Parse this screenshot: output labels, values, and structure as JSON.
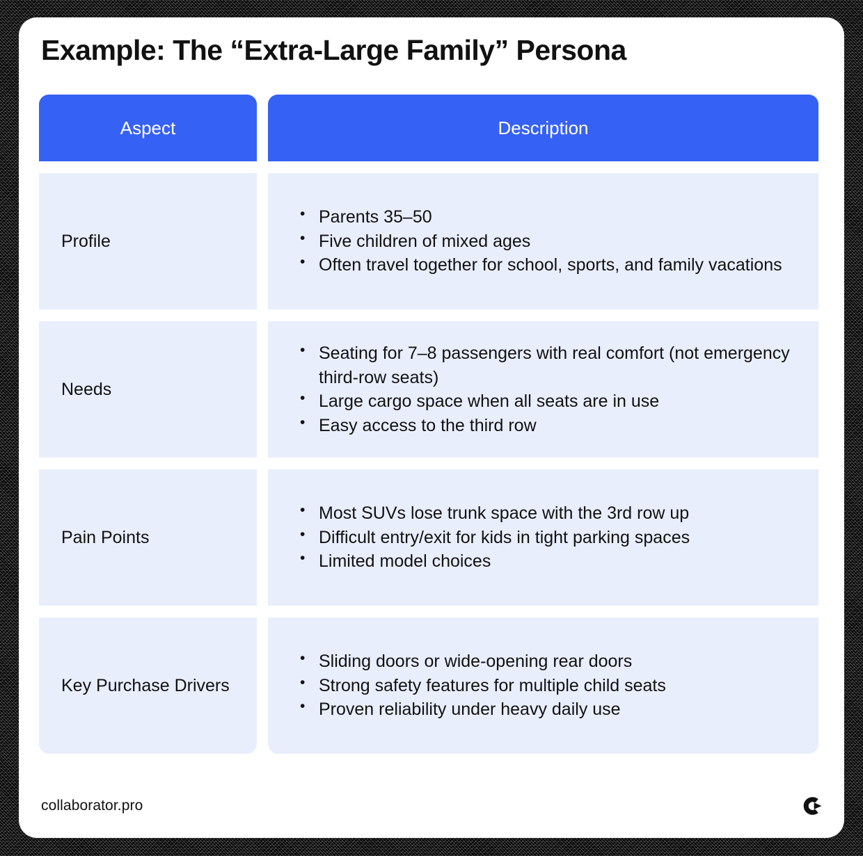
{
  "page": {
    "title": "Example: The “Extra-Large Family” Persona"
  },
  "colors": {
    "header_blue": "#3661f5",
    "cell_blue": "#e9eefc",
    "card_white": "#ffffff",
    "text_dark": "#111111",
    "frame_black": "#000000"
  },
  "table": {
    "columns": [
      {
        "key": "aspect",
        "label": "Aspect"
      },
      {
        "key": "description",
        "label": "Description"
      }
    ],
    "rows": [
      {
        "aspect": "Profile",
        "bullets": [
          "Parents 35–50",
          "Five children of mixed ages",
          "Often travel together for school, sports, and family vacations"
        ]
      },
      {
        "aspect": "Needs",
        "bullets": [
          "Seating for 7–8 passengers with real comfort (not emergency third-row seats)",
          "Large cargo space when all seats are in use",
          "Easy access to the third row"
        ]
      },
      {
        "aspect": "Pain Points",
        "bullets": [
          "Most SUVs lose trunk space with the 3rd row up",
          "Difficult entry/exit for kids in tight parking spaces",
          "Limited model choices"
        ]
      },
      {
        "aspect": "Key Purchase Drivers",
        "bullets": [
          "Sliding doors or wide-opening rear doors",
          "Strong safety features for multiple child seats",
          "Proven reliability under heavy daily use"
        ]
      }
    ]
  },
  "footer": {
    "site": "collaborator.pro",
    "logo_icon": "collaborator-c-arrow-logo-icon"
  }
}
